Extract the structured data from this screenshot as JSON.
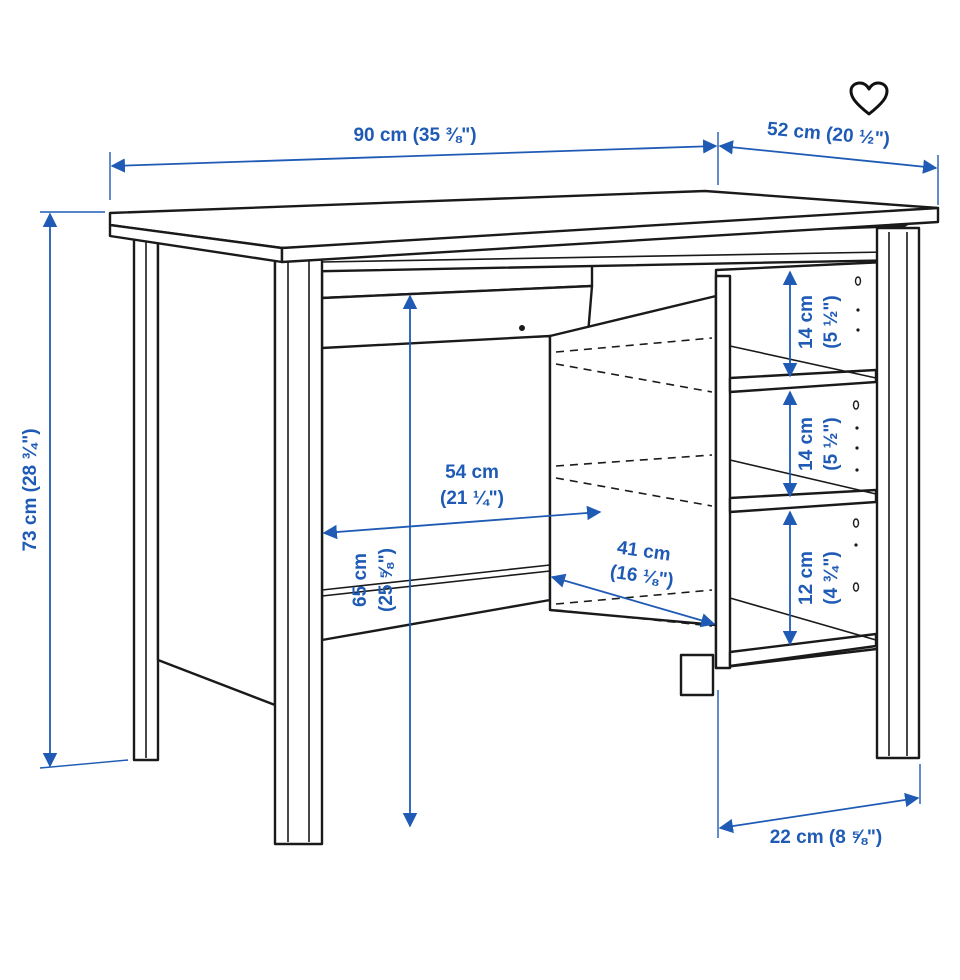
{
  "dimensions": {
    "width": "90 cm (35 ⅜\")",
    "depth": "52 cm (20 ½\")",
    "height": "73 cm (28 ¾\")",
    "knee_height_cm": "65 cm",
    "knee_height_in": "(25 ⅝\")",
    "knee_width_cm": "54 cm",
    "knee_width_in": "(21 ¼\")",
    "knee_depth_cm": "41 cm",
    "knee_depth_in": "(16 ⅛\")",
    "shelf_top_cm": "14 cm",
    "shelf_top_in": "(5 ½\")",
    "shelf_mid_cm": "14 cm",
    "shelf_mid_in": "(5 ½\")",
    "shelf_bottom_cm": "12 cm",
    "shelf_bottom_in": "(4 ¾\")",
    "shelf_depth": "22 cm (8 ⅝\")"
  },
  "colors": {
    "dimension": "#1f5bb5",
    "line": "#1a1a1a"
  },
  "icons": {
    "favorite": "heart-icon"
  }
}
